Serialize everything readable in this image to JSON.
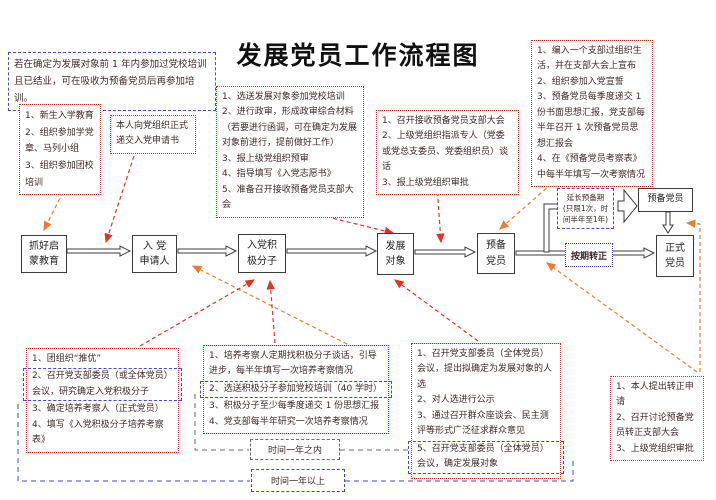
{
  "title": "发展党员工作流程图",
  "note_top_left": {
    "text": "若在确定为发展对象前 1 年内参加过党校培训且已结业，可在吸收为预备党员后再参加培训。"
  },
  "apply_note": {
    "text": "本人向党组织正式递交入党申请书"
  },
  "callouts": {
    "left_edu": {
      "items": [
        {
          "t": "1、新生入学教育"
        },
        {
          "t": "2、组织参加学党章、马列小组"
        },
        {
          "t": "3、组织参加团校培训"
        }
      ]
    },
    "pre_admit": {
      "items": [
        {
          "t": "1、选送发展对象参加党校培训"
        },
        {
          "t": "2、进行政审，形成政审综合材料（若要进行函调，可在确定为发展对象前进行，提前做好工作）"
        },
        {
          "t": "3、报上级党组织预审"
        },
        {
          "t": "4、指导填写《入党志愿书》"
        },
        {
          "t": "5、准备召开接收预备党员支部大会"
        }
      ]
    },
    "admit": {
      "items": [
        {
          "t": "1、召开接收预备党员支部大会"
        },
        {
          "t": "2、上级党组织指派专人（党委或党总支委员、党委组织员）谈话"
        },
        {
          "t": "3、报上级党组织审批"
        }
      ]
    },
    "probation_duty": {
      "items": [
        {
          "t": "1、编入一个支部过组织生活，并在支部大会上宣布"
        },
        {
          "t": "2、组织参加入党宣誓"
        },
        {
          "t": "3、预备党员每季度递交 1 份书面思想汇报，党支部每半年召开 1 次预备党员思想汇报会"
        },
        {
          "t": "4、在《预备党员考察表》中每半年填写一次考察情况"
        }
      ]
    },
    "activist_confirm": {
      "items": [
        {
          "t": "1、团组织“推优”"
        },
        {
          "t": "2、召开党支部委员（或全体党员）会议，研究确定入党积极分子",
          "hl": true
        },
        {
          "t": "3、确定培养考察人（正式党员）"
        },
        {
          "t": "4、填写《入党积极分子培养考察表》"
        }
      ]
    },
    "activist_cultivate": {
      "items": [
        {
          "t": "1、培养考察人定期找积极分子谈话，引导进步，每半年填写一次培养考察情况"
        },
        {
          "t": "2、选送积极分子参加党校培训（40 学时）",
          "hl": true
        },
        {
          "t": "3、积极分子至少每季度递交 1 份思想汇报"
        },
        {
          "t": "4、党支部每半年研究一次培养考察情况"
        }
      ]
    },
    "object_confirm": {
      "items": [
        {
          "t": "1、召开党支部委员（全体党员）会议，提出拟确定为发展对象的人选"
        },
        {
          "t": "2、对人选进行公示"
        },
        {
          "t": "3、通过召开群众座谈会、民主测评等形式广泛征求群众意见"
        },
        {
          "t": "5、召开党支部委员（全体党员）会议，确定发展对象",
          "hl": true
        }
      ]
    },
    "transfer": {
      "items": [
        {
          "t": "1、本人提出转正申请"
        },
        {
          "t": "2、召开讨论预备党员转正支部大会"
        },
        {
          "t": "3、上级党组织审批"
        }
      ]
    }
  },
  "stages": [
    {
      "label": "抓好启\n蒙教育"
    },
    {
      "label": "入  党\n申请人"
    },
    {
      "label": "入党积\n极分子"
    },
    {
      "label": "发展\n对象"
    },
    {
      "label": "预备\n党员"
    },
    {
      "label": "正式\n党员"
    }
  ],
  "labels": {
    "probation_repeat": "预备党员",
    "extend": "延长预备期\n(只限1次，时\n间半年至1年)",
    "on_time": "按期转正",
    "within_year": "时间一年之内",
    "over_year": "时间一年以上"
  },
  "colors": {
    "callout_border": "#ff1a1a",
    "blue_dashed": "#4646e6",
    "wire_red": "#e53222",
    "wire_orange": "#ed7d31",
    "wire_blue": "#4646e6"
  }
}
